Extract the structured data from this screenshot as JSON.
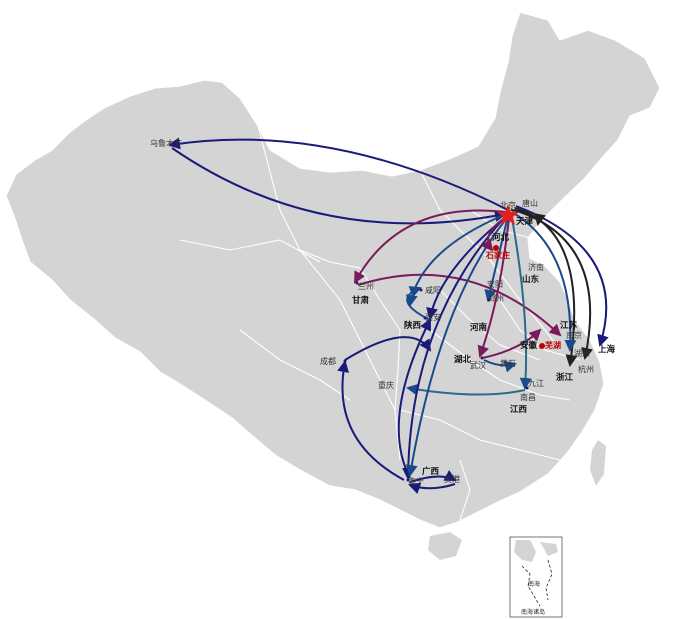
{
  "colors": {
    "land": "#d4d4d4",
    "border": "#ffffff",
    "navy": "#1a1a7a",
    "purple": "#7a1a5a",
    "blue": "#1a4a8a",
    "teal": "#2a6a8a",
    "black": "#222222",
    "hub": "#e0201a"
  },
  "cities": {
    "urumqi": "乌鲁木齐",
    "beijing": "北京",
    "tangshan": "唐山",
    "tianjin": "天津",
    "hebei": "河北",
    "shijiazhuang": "石家庄",
    "jinan": "济南",
    "shandong": "山东",
    "lanzhou": "兰州",
    "gansu": "甘肃",
    "anyang": "安阳",
    "xianyang": "咸阳",
    "xian": "西安",
    "shaanxi": "陕西",
    "zhengzhou": "郑州",
    "henan": "河南",
    "jiangsu": "江苏",
    "nanjing": "南京",
    "anhui": "安徽",
    "wuhu": "芜湖",
    "shanghai": "上海",
    "hubei": "湖北",
    "wuhan": "武汉",
    "huangshi": "黄石",
    "chengdu": "成都",
    "chongqing": "重庆",
    "jiujiang": "九江",
    "nanchang": "南昌",
    "jiangxi": "江西",
    "huzhou": "湖州",
    "hangzhou": "杭州",
    "zhejiang": "浙江",
    "guangxi": "广西",
    "nanning": "南宁",
    "guigang": "贵港"
  },
  "inset": {
    "title": "南海诸岛",
    "sea": "南海"
  }
}
